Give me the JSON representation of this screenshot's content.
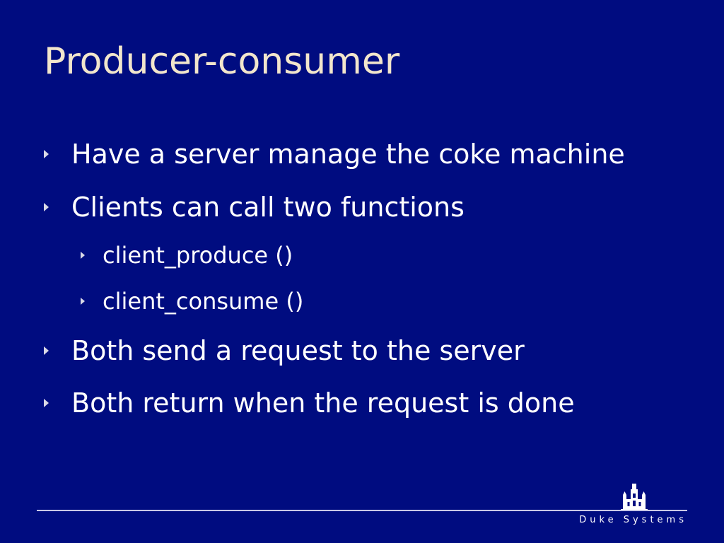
{
  "slide": {
    "title": "Producer-consumer",
    "bullets": [
      {
        "level": 1,
        "text": "Have a server manage the coke machine"
      },
      {
        "level": 1,
        "text": "Clients can call two functions"
      },
      {
        "level": 2,
        "text": "client_produce ()"
      },
      {
        "level": 2,
        "text": "client_consume ()"
      },
      {
        "level": 1,
        "text": "Both send a request to the server"
      },
      {
        "level": 1,
        "text": "Both return when the request is done"
      }
    ]
  },
  "footer": {
    "brand": "Duke Systems",
    "logo_icon": "duke-chapel-icon"
  },
  "colors": {
    "background": "#000c80",
    "title": "#f2e6cc",
    "text": "#ffffff"
  }
}
